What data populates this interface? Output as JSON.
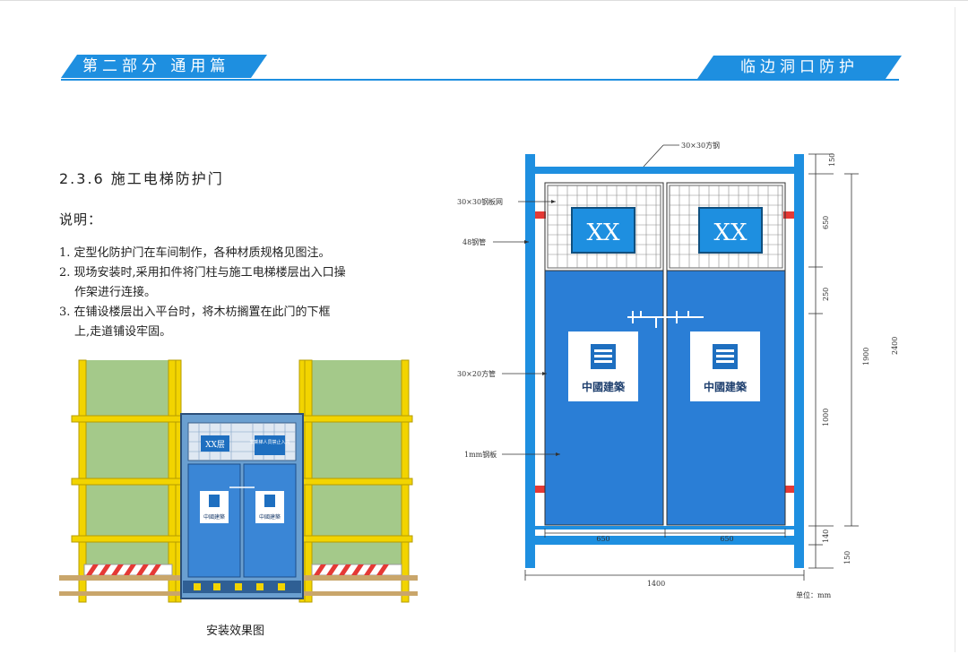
{
  "header": {
    "left_banner": "第二部分 通用篇",
    "right_banner": "临边洞口防护"
  },
  "section": {
    "title": "2.3.6 施工电梯防护门",
    "explain_label": "说明："
  },
  "notes": [
    "1. 定型化防护门在车间制作，各种材质规格见图注。",
    "2. 现场安装时,采用扣件将门柱与施工电梯楼层出入口操",
    "作架进行连接。",
    "3.  在铺设楼层出入平台时，将木枋搁置在此门的下框",
    "上,走道铺设牢固。"
  ],
  "photo": {
    "caption": "安装效果图",
    "left_sign": "XX层",
    "right_sign": "非乘梯人员禁止入内",
    "logo_text": "中國建築"
  },
  "drawing": {
    "sign_text": "XX",
    "logo_text": "中國建築",
    "callouts": {
      "top_frame": "30×30方钢",
      "mesh": "30×30钢板网",
      "post": "48钢管",
      "tube": "30×20方管",
      "plate": "1mm钢板"
    },
    "dims": {
      "top": "150",
      "mesh": "650",
      "gap": "250",
      "door_plate": "1000",
      "bottom": "140",
      "base": "150",
      "height_inner": "1900",
      "height_total": "2400",
      "door_left": "650",
      "door_right": "650",
      "width_total": "1400"
    },
    "unit": "单位：mm"
  },
  "colors": {
    "brand_blue": "#1e8fe0",
    "door_blue": "#2a7ed6",
    "frame_yellow": "#f2d400",
    "warning_red": "#e53935"
  }
}
